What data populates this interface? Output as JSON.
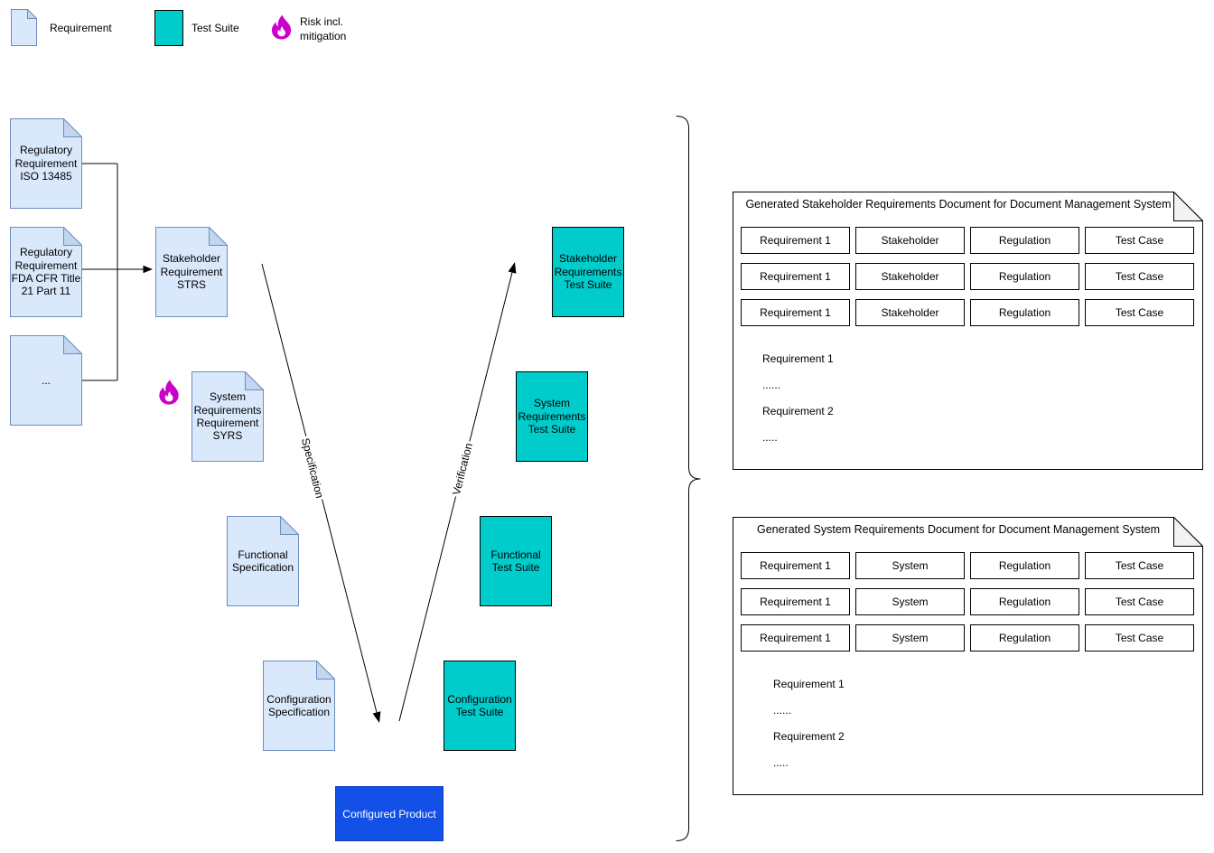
{
  "legend": {
    "requirement_label": "Requirement",
    "test_suite_label": "Test Suite",
    "risk_label_line1": "Risk incl.",
    "risk_label_line2": "mitigation"
  },
  "colors": {
    "requirement_fill": "#dae8fc",
    "requirement_stroke": "#6c8ebf",
    "requirement_fold": "#c3d5ef",
    "test_suite_fill": "#00cccc",
    "risk_magenta": "#cc00cc",
    "product_blue": "#1250e8"
  },
  "nodes": {
    "reg_iso": {
      "label": "Regulatory Requirement ISO 13485"
    },
    "reg_fda": {
      "label": "Regulatory Requirement FDA CFR Title 21 Part 11"
    },
    "reg_more": {
      "label": "..."
    },
    "stakeholder_req": {
      "label": "Stakeholder Requirement STRS"
    },
    "system_req": {
      "label": "System Requirements Requirement SYRS"
    },
    "functional_spec": {
      "label": "Functional Specification"
    },
    "configuration_spec": {
      "label": "Configuration Specification"
    },
    "configured_product": {
      "label": "Configured Product"
    },
    "stakeholder_ts": {
      "label": "Stakeholder Requirements Test Suite"
    },
    "system_ts": {
      "label": "System Requirements Test Suite"
    },
    "functional_ts": {
      "label": "Functional Test Suite"
    },
    "configuration_ts": {
      "label": "Configuration Test Suite"
    }
  },
  "edges": {
    "specification_label": "Specification",
    "verification_label": "Verification"
  },
  "generated_documents": [
    {
      "title": "Generated Stakeholder Requirements Document for Document Management System",
      "table_rows": [
        [
          "Requirement 1",
          "Stakeholder",
          "Regulation",
          "Test Case"
        ],
        [
          "Requirement 1",
          "Stakeholder",
          "Regulation",
          "Test Case"
        ],
        [
          "Requirement 1",
          "Stakeholder",
          "Regulation",
          "Test Case"
        ]
      ],
      "body_lines": [
        "Requirement 1",
        "......",
        "Requirement 2",
        "....."
      ]
    },
    {
      "title": "Generated System Requirements Document for Document Management System",
      "table_rows": [
        [
          "Requirement 1",
          "System",
          "Regulation",
          "Test Case"
        ],
        [
          "Requirement 1",
          "System",
          "Regulation",
          "Test Case"
        ],
        [
          "Requirement 1",
          "System",
          "Regulation",
          "Test Case"
        ]
      ],
      "body_lines": [
        "Requirement 1",
        "......",
        "Requirement 2",
        "....."
      ]
    }
  ]
}
